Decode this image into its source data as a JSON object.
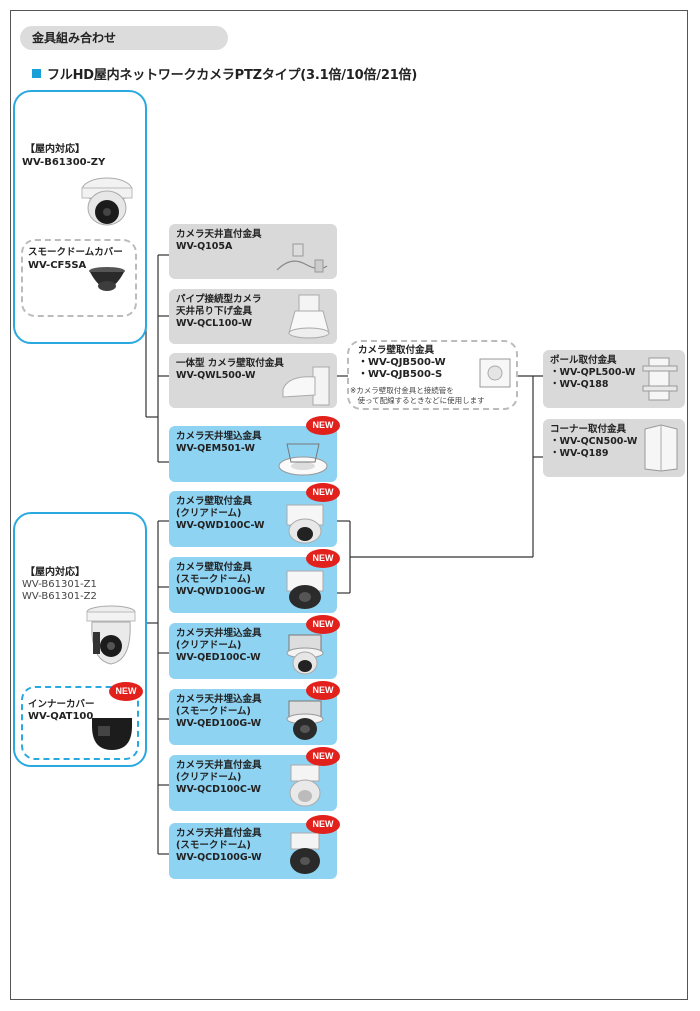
{
  "section_tab": "金具組み合わせ",
  "heading": "フルHD屋内ネットワークカメラPTZタイプ(3.1倍/10倍/21倍)",
  "badge_new": "NEW",
  "camera_group_1": {
    "indoor_label": "【屋内対応】",
    "model": "WV-B61300-ZY",
    "smoke_cover_label": "スモークドームカバー",
    "smoke_cover_model": "WV-CF5SA"
  },
  "camera_group_2": {
    "indoor_label": "【屋内対応】",
    "model_1": "WV-B61301-Z1",
    "model_2": "WV-B61301-Z2",
    "inner_cover_label": "インナーカバー",
    "inner_cover_model": "WV-QAT100"
  },
  "mounts": [
    {
      "title": "カメラ天井直付金具",
      "model": "WV-Q105A",
      "color": "#d9d9d9"
    },
    {
      "title": "パイプ接続型カメラ\n天井吊り下げ金具",
      "model": "WV-QCL100-W",
      "color": "#d9d9d9"
    },
    {
      "title": "一体型 カメラ壁取付金具",
      "model": "WV-QWL500-W",
      "color": "#d9d9d9"
    },
    {
      "title": "カメラ天井埋込金具",
      "model": "WV-QEM501-W",
      "color": "#8fd3f2",
      "new": true
    },
    {
      "title": "カメラ壁取付金具\n(クリアドーム)",
      "model": "WV-QWD100C-W",
      "color": "#8fd3f2",
      "new": true
    },
    {
      "title": "カメラ壁取付金具\n(スモークドーム)",
      "model": "WV-QWD100G-W",
      "color": "#8fd3f2",
      "new": true
    },
    {
      "title": "カメラ天井埋込金具\n(クリアドーム)",
      "model": "WV-QED100C-W",
      "color": "#8fd3f2",
      "new": true
    },
    {
      "title": "カメラ天井埋込金具\n(スモークドーム)",
      "model": "WV-QED100G-W",
      "color": "#8fd3f2",
      "new": true
    },
    {
      "title": "カメラ天井直付金具\n(クリアドーム)",
      "model": "WV-QCD100C-W",
      "color": "#8fd3f2",
      "new": true
    },
    {
      "title": "カメラ天井直付金具\n(スモークドーム)",
      "model": "WV-QCD100G-W",
      "color": "#8fd3f2",
      "new": true
    }
  ],
  "wall_bracket": {
    "title": "カメラ壁取付金具",
    "items": [
      "・WV-QJB500-W",
      "・WV-QJB500-S"
    ],
    "note": "※カメラ壁取付金具と接続管を\n　使って配線するときなどに使用します"
  },
  "pole_mount": {
    "title": "ポール取付金具",
    "items": [
      "・WV-QPL500-W",
      "・WV-Q188"
    ]
  },
  "corner_mount": {
    "title": "コーナー取付金具",
    "items": [
      "・WV-QCN500-W",
      "・WV-Q189"
    ]
  }
}
